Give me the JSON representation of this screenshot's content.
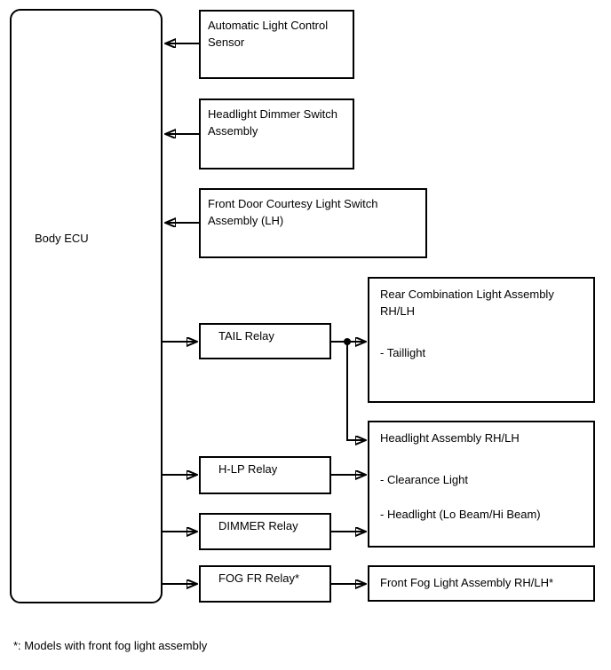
{
  "diagram": {
    "ecu": {
      "label": "Body ECU"
    },
    "inputs": [
      {
        "label": "Automatic Light Control\nSensor"
      },
      {
        "label": "Headlight Dimmer Switch\nAssembly"
      },
      {
        "label": "Front Door Courtesy Light Switch\nAssembly (LH)"
      }
    ],
    "relays": [
      {
        "label": "TAIL Relay"
      },
      {
        "label": "H-LP Relay"
      },
      {
        "label": "DIMMER Relay"
      },
      {
        "label": "FOG FR Relay*"
      }
    ],
    "outputs": [
      {
        "title": "Rear Combination Light Assembly\nRH/LH",
        "items": [
          "- Taillight"
        ]
      },
      {
        "title": "Headlight Assembly RH/LH",
        "items": [
          "- Clearance Light",
          "- Headlight (Lo Beam/Hi Beam)"
        ]
      },
      {
        "title": "Front Fog Light Assembly RH/LH*",
        "items": []
      }
    ],
    "footnote": "*: Models with front fog light assembly",
    "colors": {
      "line": "#000000",
      "background": "#ffffff"
    }
  }
}
